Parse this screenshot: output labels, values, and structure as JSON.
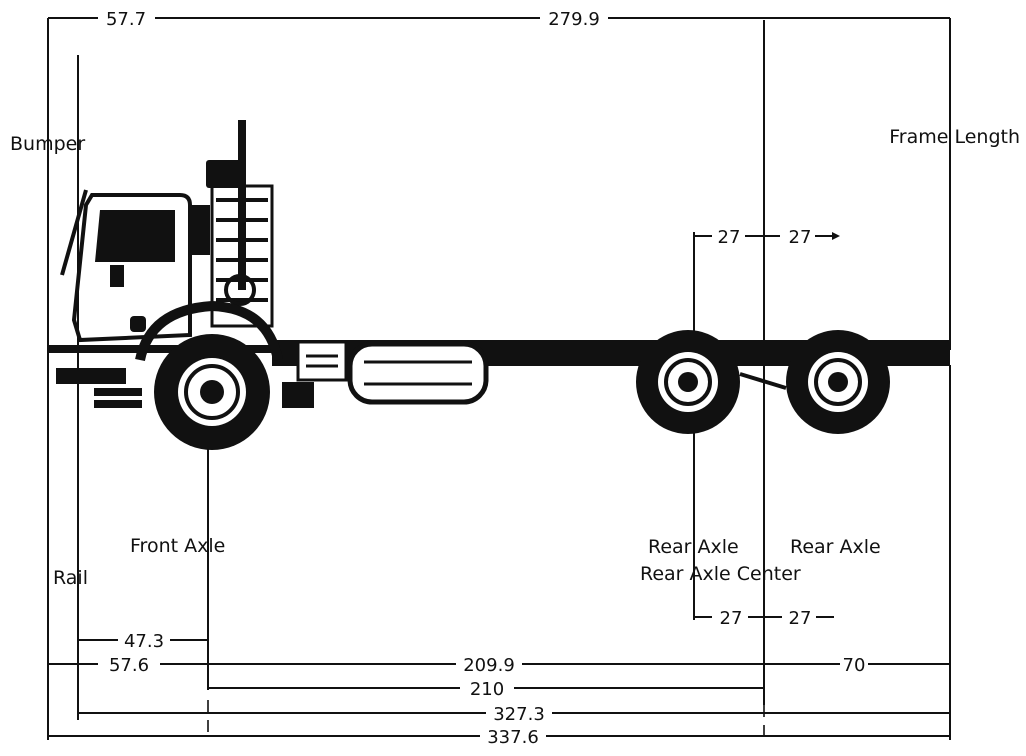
{
  "labels": {
    "bumper": "Bumper",
    "frame_length": "Frame Length",
    "front_axle": "Front Axle",
    "rail": "Rail",
    "rear_axle_1": "Rear Axle",
    "rear_axle_2": "Rear Axle",
    "rear_axle_center": "Rear Axle Center"
  },
  "dimensions": {
    "bumper_to_front_axle_top": "57.7",
    "front_axle_to_rear_center_top": "279.9",
    "rear_spacing_upper_1": "27",
    "rear_spacing_upper_2": "27",
    "rear_spacing_lower_1": "27",
    "rear_spacing_lower_2": "27",
    "rail_to_front_axle": "47.3",
    "bumper_to_front_axle": "57.6",
    "front_axle_to_rear_center": "209.9",
    "rear_overhang": "70",
    "wheelbase": "210",
    "rail_to_frame_end": "327.3",
    "overall_length": "337.6"
  },
  "colors": {
    "ink": "#111111",
    "background": "#ffffff"
  }
}
